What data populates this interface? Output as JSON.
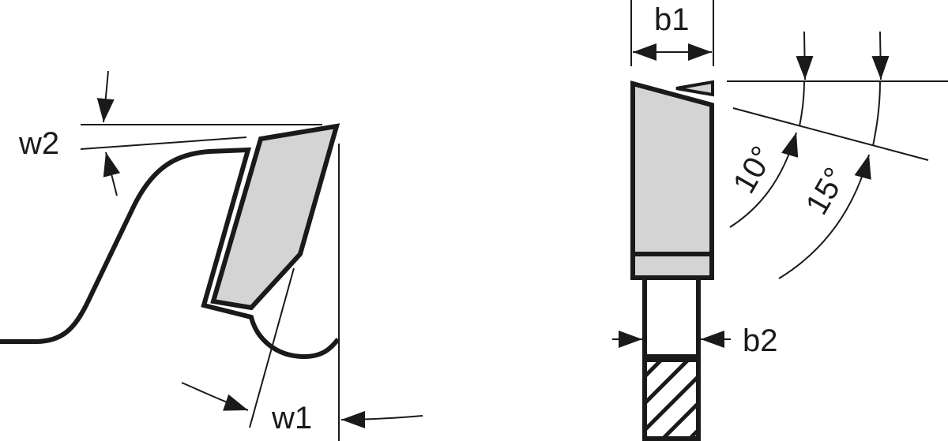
{
  "diagram": {
    "type": "saw-blade-tooth-geometry",
    "colors": {
      "line": "#1a1a1a",
      "carbide_fill": "#d4d4d4",
      "background": "#ffffff"
    },
    "side_view": {
      "labels": {
        "w2": "w2",
        "w1": "w1"
      }
    },
    "front_view": {
      "labels": {
        "b1": "b1",
        "b2": "b2",
        "angle_small": "10°",
        "angle_large": "15°"
      }
    }
  }
}
